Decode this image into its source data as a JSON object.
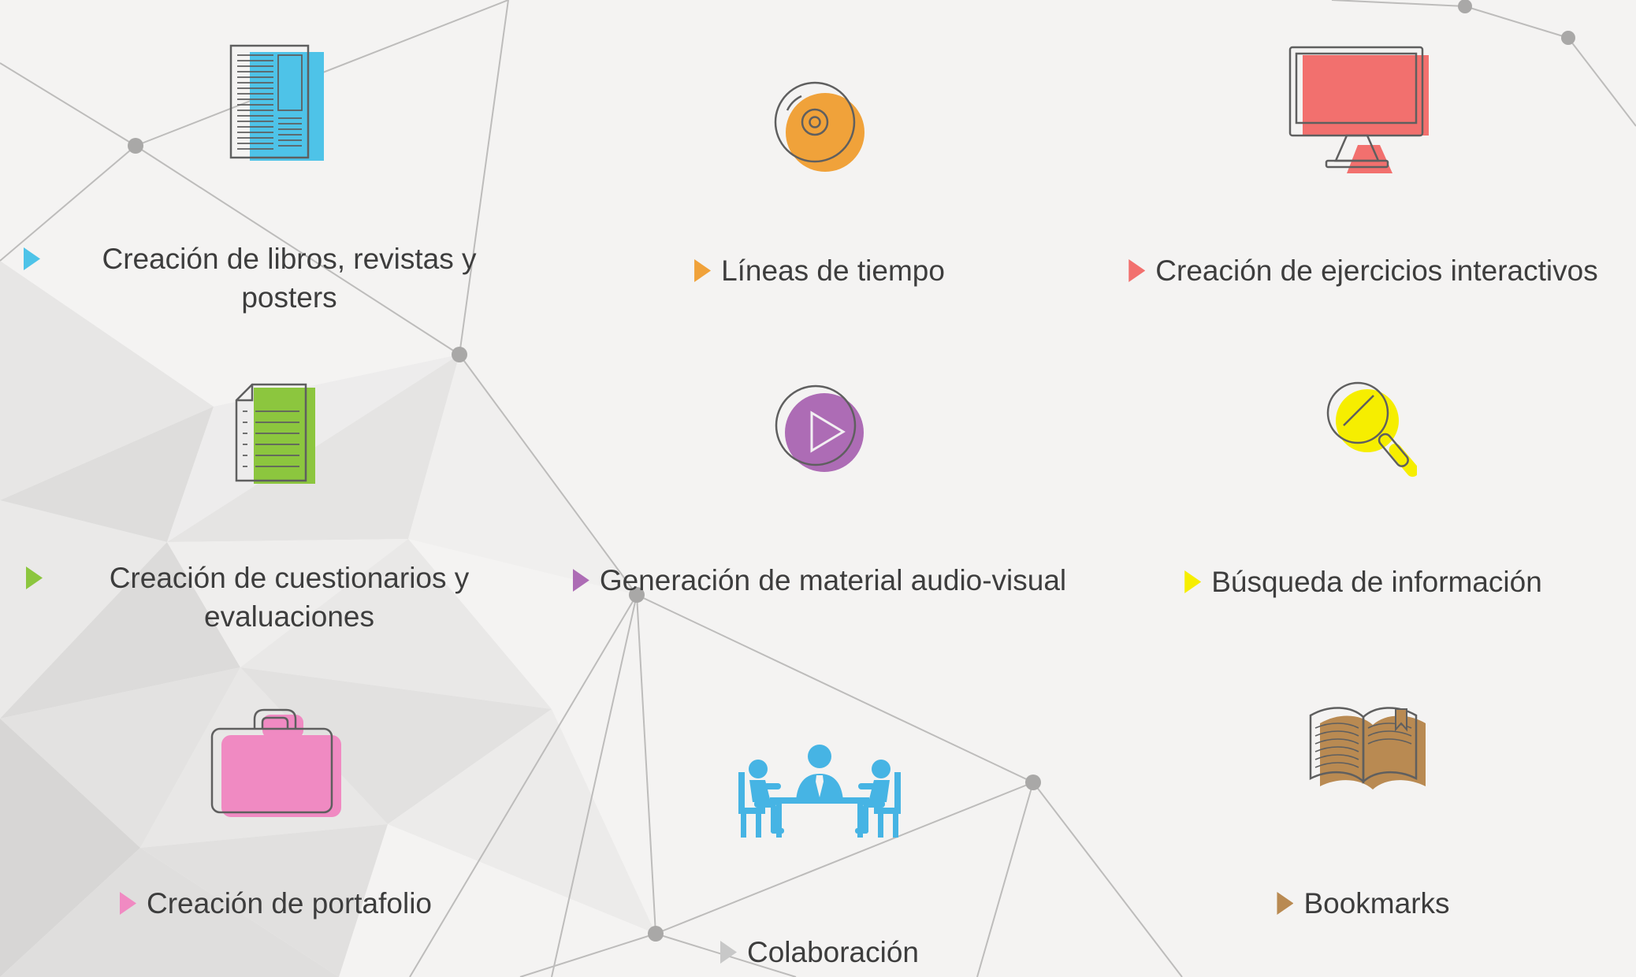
{
  "canvas": {
    "background": "#f4f3f2",
    "text_color": "#3d3d3d",
    "outline_color": "#5f5f5f",
    "network_line_color": "#bdbcbb",
    "node_color": "#a9a8a7"
  },
  "items": [
    {
      "label": "Creación de libros, revistas y posters",
      "color": "#4ec3e8",
      "bullet_color": "#4ec3e8",
      "icon": "newspaper"
    },
    {
      "label": "Líneas de tiempo",
      "color": "#f0a23a",
      "bullet_color": "#f0a23a",
      "icon": "compact-disc"
    },
    {
      "label": "Creación de ejercicios interactivos",
      "color": "#f2706e",
      "bullet_color": "#f2706e",
      "icon": "monitor"
    },
    {
      "label": "Creación de cuestionarios y evaluaciones",
      "color": "#8cc63e",
      "bullet_color": "#8cc63e",
      "icon": "checklist-document"
    },
    {
      "label": "Generación de material audio-visual",
      "color": "#ad6cb5",
      "bullet_color": "#ad6cb5",
      "icon": "play-button"
    },
    {
      "label": "Búsqueda de información",
      "color": "#f6ee00",
      "bullet_color": "#f6ee00",
      "icon": "magnifying-glass"
    },
    {
      "label": "Creación de portafolio",
      "color": "#f08ac2",
      "bullet_color": "#f08ac2",
      "icon": "briefcase"
    },
    {
      "label": "Colaboración",
      "color": "#46b4e4",
      "bullet_color": "#c8c8c8",
      "icon": "meeting-table"
    },
    {
      "label": "Bookmarks",
      "color": "#b98a52",
      "bullet_color": "#b98a52",
      "icon": "open-book"
    }
  ]
}
